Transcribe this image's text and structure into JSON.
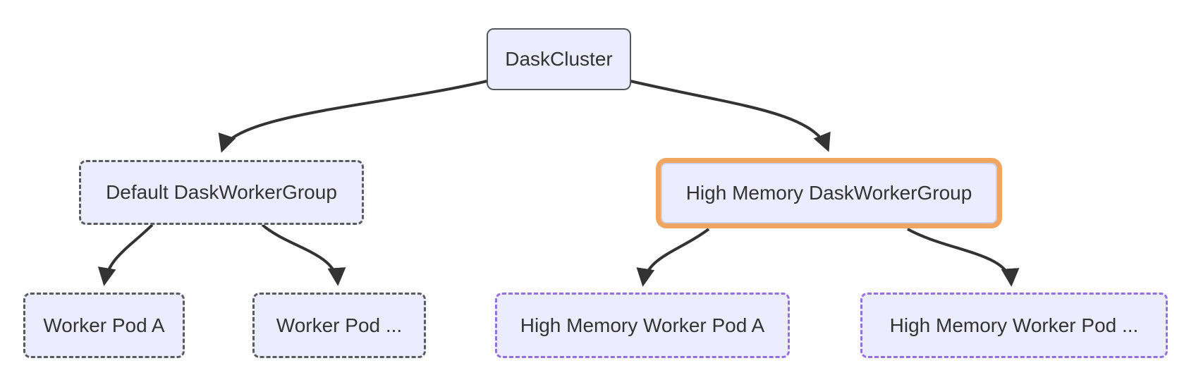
{
  "diagram": {
    "type": "flowchart",
    "direction": "top-down",
    "nodes": [
      {
        "id": "daskcluster",
        "label": "DaskCluster",
        "style": "solid"
      },
      {
        "id": "default-group",
        "label": "Default DaskWorkerGroup",
        "style": "dashed"
      },
      {
        "id": "highmem-group",
        "label": "High Memory DaskWorkerGroup",
        "style": "highlight-orange"
      },
      {
        "id": "worker-pod-a",
        "label": "Worker Pod A",
        "style": "dashed"
      },
      {
        "id": "worker-pod-more",
        "label": "Worker Pod ...",
        "style": "dashed"
      },
      {
        "id": "hm-worker-pod-a",
        "label": "High Memory Worker Pod A",
        "style": "dashed-purple"
      },
      {
        "id": "hm-worker-pod-more",
        "label": "High Memory Worker Pod ...",
        "style": "dashed-purple"
      }
    ],
    "edges": [
      {
        "from": "daskcluster",
        "to": "default-group"
      },
      {
        "from": "daskcluster",
        "to": "highmem-group"
      },
      {
        "from": "default-group",
        "to": "worker-pod-a"
      },
      {
        "from": "default-group",
        "to": "worker-pod-more"
      },
      {
        "from": "highmem-group",
        "to": "hm-worker-pod-a"
      },
      {
        "from": "highmem-group",
        "to": "hm-worker-pod-more"
      }
    ],
    "colors": {
      "node_fill": "#ECECFF",
      "solid_border": "#56565f",
      "dashed_border": "#5b5b5f",
      "dashed_purple_border": "#9370DB",
      "highlight_orange_border": "#f0a560",
      "edge_stroke": "#333333",
      "text": "#333333"
    }
  }
}
